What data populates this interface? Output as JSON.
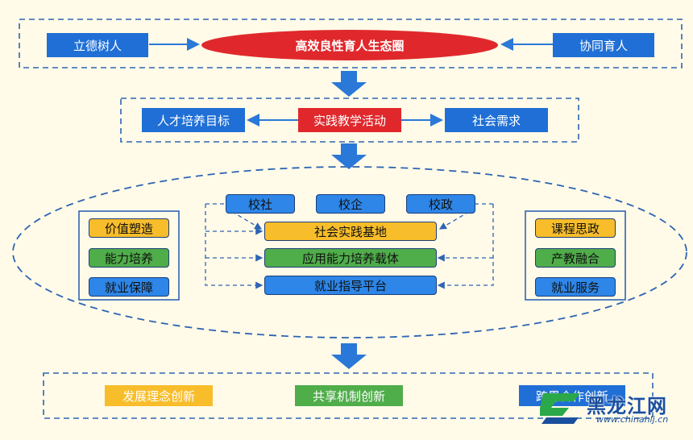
{
  "row1": {
    "left": "立德树人",
    "center": "高效良性育人生态圈",
    "right": "协同育人"
  },
  "row2": {
    "left": "人才培养目标",
    "center": "实践教学活动",
    "right": "社会需求"
  },
  "middle": {
    "left_items": [
      "价值塑造",
      "能力培养",
      "就业保障"
    ],
    "right_items": [
      "课程思政",
      "产教融合",
      "就业服务"
    ],
    "top_items": [
      "校社",
      "校企",
      "校政"
    ],
    "center_items": [
      "社会实践基地",
      "应用能力培养载体",
      "就业指导平台"
    ]
  },
  "row4": {
    "left": "发展理念创新",
    "center": "共享机制创新",
    "right": "跨界合作创新"
  },
  "watermark": {
    "name": "黑龙江网",
    "url": "www.chinahlj.cn"
  },
  "colors": {
    "blue": "#1f6fd6",
    "red": "#e0282c",
    "yellow": "#f8bd2a",
    "green": "#4fad4a",
    "arrow": "#2a78d8",
    "dash": "#2e64b4"
  }
}
